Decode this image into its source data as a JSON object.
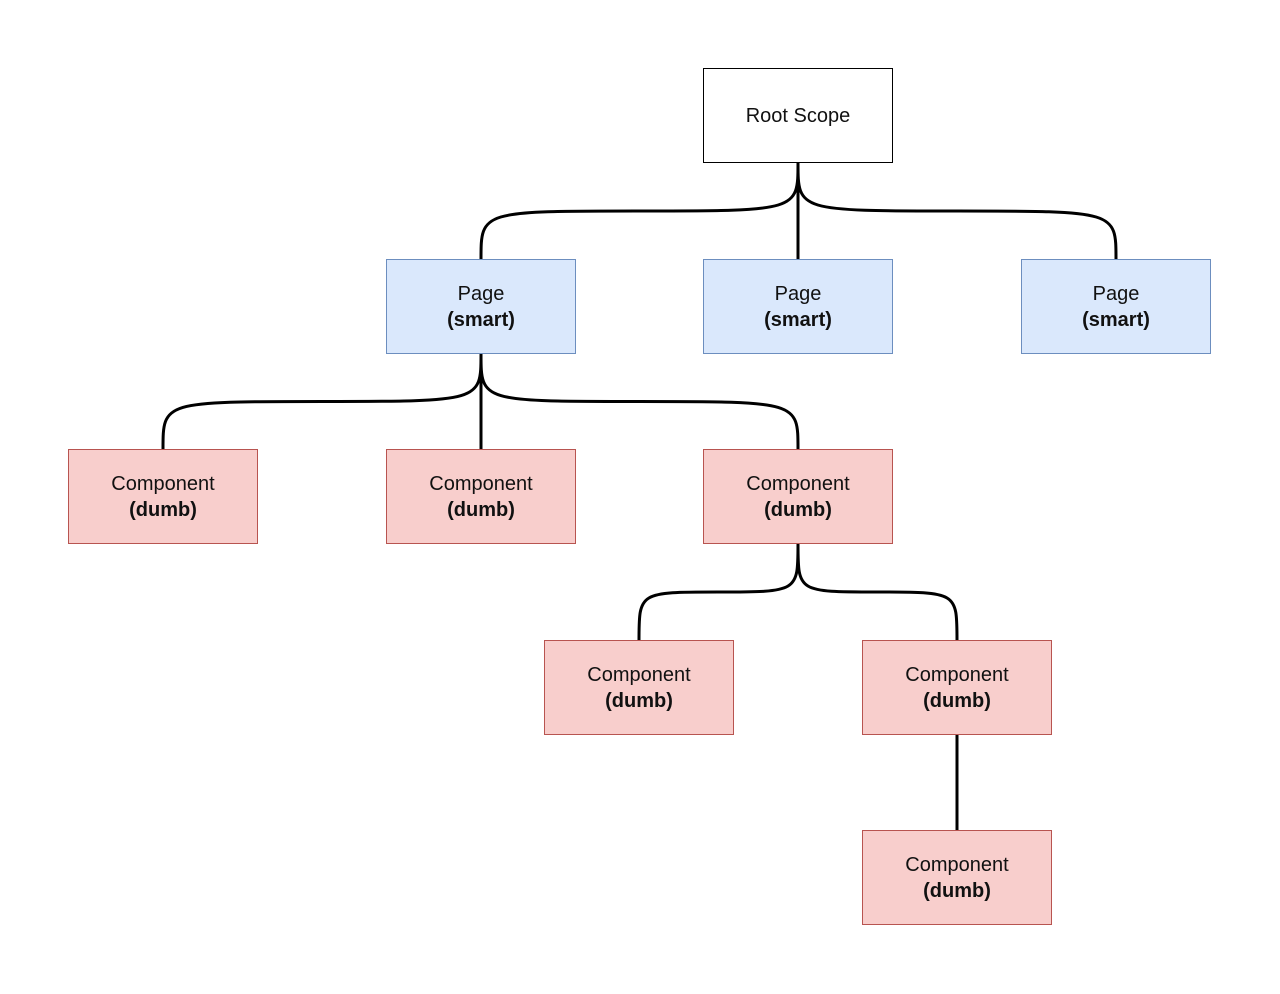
{
  "diagram": {
    "colors": {
      "root_fill": "#ffffff",
      "root_stroke": "#000000",
      "smart_fill": "#dae8fc",
      "smart_stroke": "#6c8ebf",
      "dumb_fill": "#f8cecc",
      "dumb_stroke": "#b85450",
      "edge": "#000000"
    },
    "nodes": {
      "root": {
        "line1": "Root Scope",
        "line2": ""
      },
      "page1": {
        "line1": "Page",
        "line2": "(smart)"
      },
      "page2": {
        "line1": "Page",
        "line2": "(smart)"
      },
      "page3": {
        "line1": "Page",
        "line2": "(smart)"
      },
      "comp1": {
        "line1": "Component",
        "line2": "(dumb)"
      },
      "comp2": {
        "line1": "Component",
        "line2": "(dumb)"
      },
      "comp3": {
        "line1": "Component",
        "line2": "(dumb)"
      },
      "comp4": {
        "line1": "Component",
        "line2": "(dumb)"
      },
      "comp5": {
        "line1": "Component",
        "line2": "(dumb)"
      },
      "comp6": {
        "line1": "Component",
        "line2": "(dumb)"
      }
    },
    "edges": [
      {
        "from": "root",
        "to": "page1"
      },
      {
        "from": "root",
        "to": "page2"
      },
      {
        "from": "root",
        "to": "page3"
      },
      {
        "from": "page1",
        "to": "comp1"
      },
      {
        "from": "page1",
        "to": "comp2"
      },
      {
        "from": "page1",
        "to": "comp3"
      },
      {
        "from": "comp3",
        "to": "comp4"
      },
      {
        "from": "comp3",
        "to": "comp5"
      },
      {
        "from": "comp5",
        "to": "comp6"
      }
    ]
  }
}
